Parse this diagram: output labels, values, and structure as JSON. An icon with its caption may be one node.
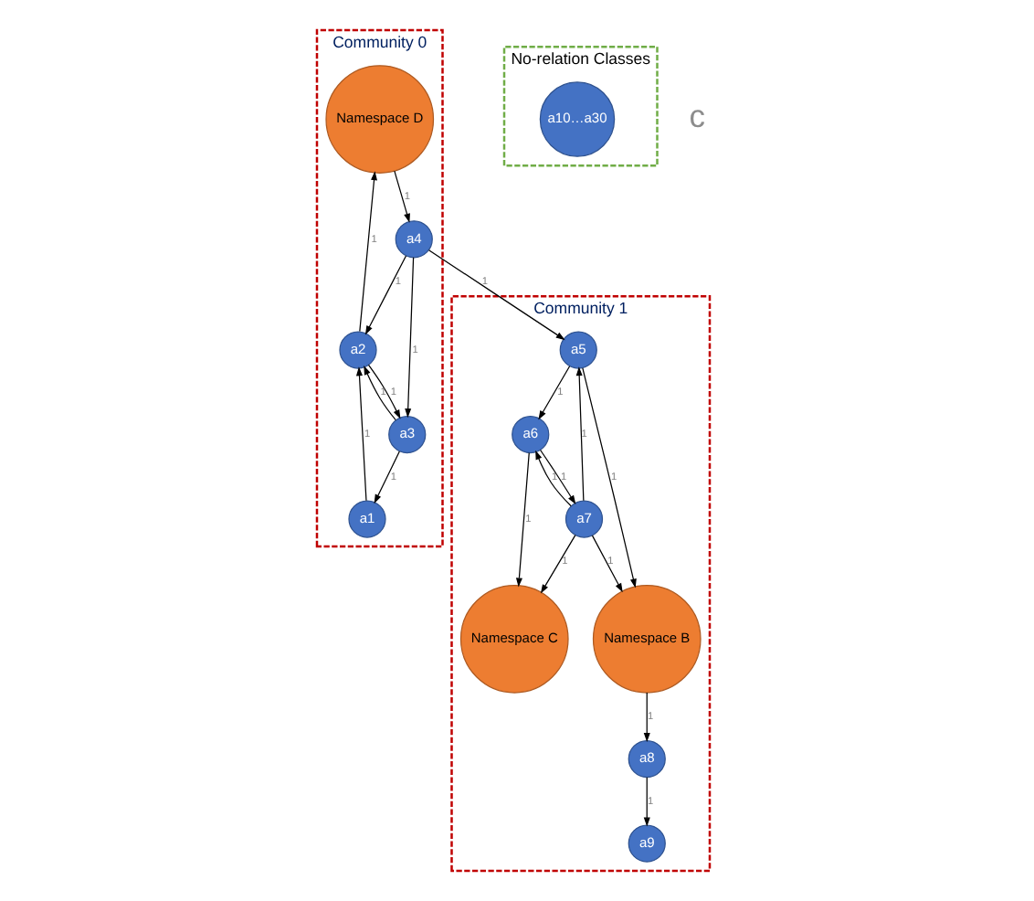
{
  "diagram": {
    "nodes": [
      {
        "text": [
          "Community 0"
        ]
      },
      {
        "text": [
          "Namespace D"
        ],
        "in": 0
      },
      {
        "text": [
          "a1"
        ],
        "in": 0
      },
      {
        "text": [
          "a2"
        ],
        "in": 0
      },
      {
        "text": [
          "a3"
        ],
        "in": 0
      },
      {
        "text": [
          "a4"
        ],
        "in": 0
      },
      {
        "text": [
          "Community 1"
        ]
      },
      {
        "text": [
          "a5"
        ],
        "in": 6
      },
      {
        "text": [
          "a6"
        ],
        "in": 6
      },
      {
        "text": [
          "a7"
        ],
        "in": 6
      },
      {
        "text": [
          "a8"
        ],
        "in": 6
      },
      {
        "text": [
          "a9"
        ],
        "in": 6
      },
      {
        "text": [
          "Namespace B"
        ],
        "in": 6
      },
      {
        "text": [
          "Namespace C"
        ],
        "in": 6
      },
      {
        "text": [
          "No-relation Classes"
        ]
      },
      {
        "text": [
          "a10…a30"
        ],
        "in": 14
      }
    ],
    "edges": [
      {
        "from": 2,
        "to": 3,
        "arrow": "to",
        "label": "1"
      },
      {
        "from": 4,
        "to": 3,
        "arrow": "to",
        "label": "1"
      },
      {
        "from": 3,
        "to": 4,
        "arrow": "to",
        "label": "1"
      },
      {
        "from": 4,
        "to": 2,
        "arrow": "to",
        "label": "1"
      },
      {
        "from": 5,
        "to": 4,
        "arrow": "to",
        "label": "1"
      },
      {
        "from": 5,
        "to": 3,
        "arrow": "to",
        "label": "1"
      },
      {
        "from": 3,
        "to": 1,
        "arrow": "to",
        "label": "1"
      },
      {
        "from": 1,
        "to": 5,
        "arrow": "to",
        "label": "1"
      },
      {
        "from": 5,
        "to": 7,
        "arrow": "to",
        "label": "1"
      },
      {
        "from": 7,
        "to": 8,
        "arrow": "to",
        "label": "1"
      },
      {
        "from": 9,
        "to": 7,
        "arrow": "to",
        "label": "1"
      },
      {
        "from": 9,
        "to": 8,
        "arrow": "to",
        "label": "1"
      },
      {
        "from": 8,
        "to": 9,
        "arrow": "to",
        "label": "1"
      },
      {
        "from": 7,
        "to": 12,
        "arrow": "to",
        "label": "1"
      },
      {
        "from": 9,
        "to": 12,
        "arrow": "to",
        "label": "1"
      },
      {
        "from": 9,
        "to": 13,
        "arrow": "to",
        "label": "1"
      },
      {
        "from": 8,
        "to": 13,
        "arrow": "to",
        "label": "1"
      },
      {
        "from": 12,
        "to": 10,
        "arrow": "to",
        "label": "1"
      },
      {
        "from": 10,
        "to": 11,
        "arrow": "to",
        "label": "1"
      }
    ],
    "labels": [
      "c"
    ]
  }
}
